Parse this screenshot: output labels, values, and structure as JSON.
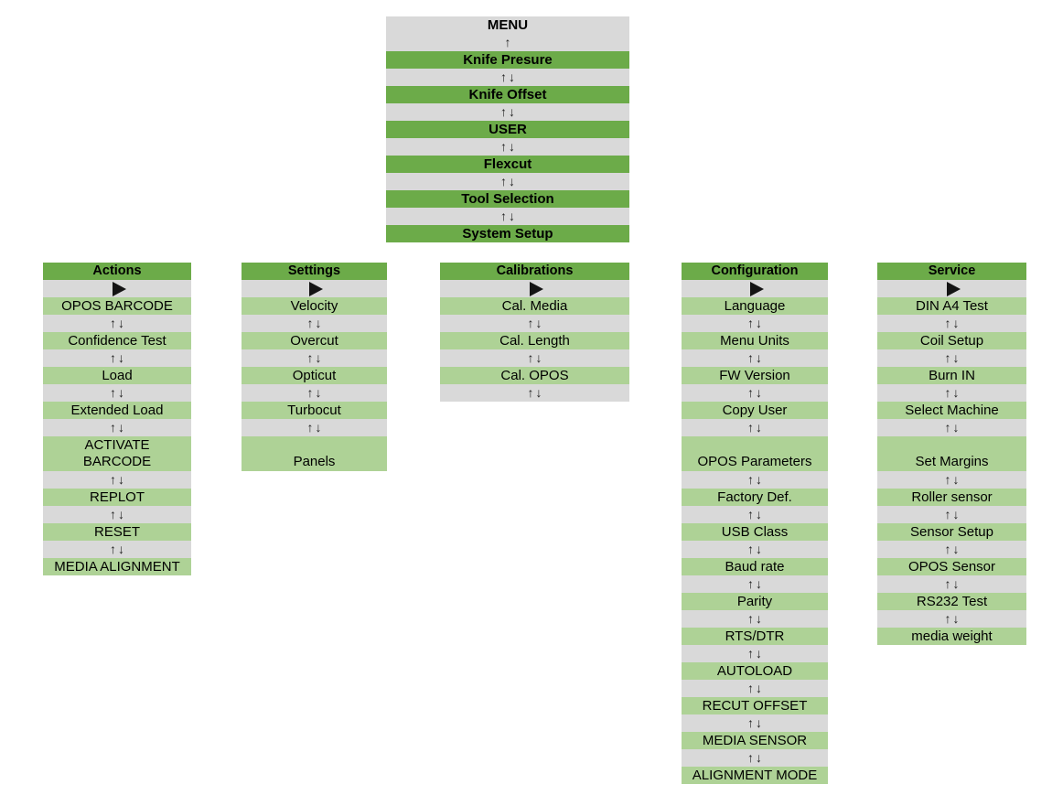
{
  "colors": {
    "header_green": "#6cab49",
    "item_green": "#aed296",
    "separator_gray": "#d9d9d9",
    "text_black": "#000000"
  },
  "arrows": {
    "up": "↑",
    "up_down": "↑↓"
  },
  "top_menu": {
    "title": "MENU",
    "items": [
      "Knife Presure",
      "Knife Offset",
      "USER",
      "Flexcut",
      "Tool Selection",
      "System Setup"
    ]
  },
  "columns": [
    {
      "title": "Actions",
      "trailing_arrow": false,
      "items": [
        {
          "label": "OPOS BARCODE"
        },
        {
          "label": "Confidence Test"
        },
        {
          "label": "Load"
        },
        {
          "label": "Extended Load"
        },
        {
          "label": "ACTIVATE BARCODE",
          "style": "two_line",
          "lines": [
            "ACTIVATE",
            "BARCODE"
          ]
        },
        {
          "label": "REPLOT"
        },
        {
          "label": "RESET"
        },
        {
          "label": "MEDIA ALIGNMENT"
        }
      ]
    },
    {
      "title": "Settings",
      "trailing_arrow": false,
      "items": [
        {
          "label": "Velocity"
        },
        {
          "label": "Overcut"
        },
        {
          "label": "Opticut"
        },
        {
          "label": "Turbocut"
        },
        {
          "label": "Panels",
          "style": "tall_bottom"
        }
      ]
    },
    {
      "title": "Calibrations",
      "trailing_arrow": true,
      "items": [
        {
          "label": "Cal. Media"
        },
        {
          "label": "Cal. Length"
        },
        {
          "label": "Cal. OPOS"
        }
      ]
    },
    {
      "title": "Configuration",
      "trailing_arrow": false,
      "items": [
        {
          "label": "Language"
        },
        {
          "label": "Menu Units"
        },
        {
          "label": "FW Version"
        },
        {
          "label": "Copy User"
        },
        {
          "label": "OPOS Parameters",
          "style": "tall_bottom"
        },
        {
          "label": "Factory Def."
        },
        {
          "label": "USB Class"
        },
        {
          "label": "Baud rate"
        },
        {
          "label": "Parity"
        },
        {
          "label": "RTS/DTR"
        },
        {
          "label": "AUTOLOAD"
        },
        {
          "label": "RECUT OFFSET"
        },
        {
          "label": "MEDIA SENSOR"
        },
        {
          "label": "ALIGNMENT MODE"
        }
      ]
    },
    {
      "title": "Service",
      "trailing_arrow": false,
      "items": [
        {
          "label": "DIN A4 Test"
        },
        {
          "label": "Coil Setup"
        },
        {
          "label": "Burn IN"
        },
        {
          "label": "Select Machine"
        },
        {
          "label": "Set Margins",
          "style": "tall_bottom"
        },
        {
          "label": "Roller sensor"
        },
        {
          "label": "Sensor Setup"
        },
        {
          "label": "OPOS Sensor"
        },
        {
          "label": "RS232 Test"
        },
        {
          "label": "media weight"
        }
      ]
    }
  ]
}
